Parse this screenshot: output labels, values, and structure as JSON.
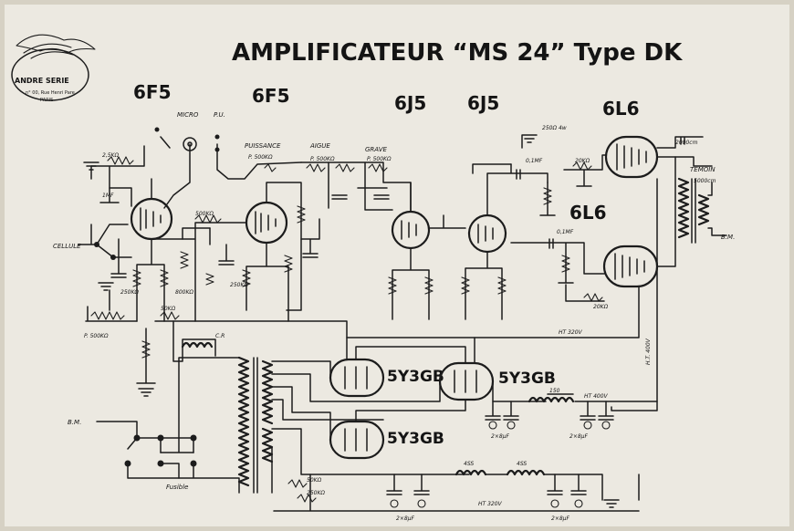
{
  "title": "AMPLIFICATEUR “MS 24” Type DK",
  "logo": {
    "text": "ANDRE SERIE",
    "addr": "n° 00, Rue Henri Pare",
    "city": "PARIS",
    "icon": "eagle-wings-emblem-icon"
  },
  "tubes": {
    "t1": "6F5",
    "t2": "6F5",
    "t3": "6J5",
    "t4": "6J5",
    "t5": "6L6",
    "t6": "6L6",
    "r1": "5Y3GB",
    "r2": "5Y3GB",
    "r3": "5Y3GB"
  },
  "inputs": {
    "micro": "MICRO",
    "pu": "P.U.",
    "cellule": "CELLULE",
    "bm_in": "B.M.",
    "bm_out": "B.M.",
    "fusible": "Fusible",
    "temoin": "TEMOIN"
  },
  "controls": {
    "puissance": "PUISSANCE",
    "aigue": "AIGUE",
    "grave": "GRAVE",
    "pot1": "P. 500KΩ",
    "pot2": "P. 500KΩ",
    "pot3": "P. 500KΩ",
    "pot_in": "P. 500KΩ"
  },
  "components": {
    "r_2_5m": "2,5KΩ",
    "c_1mf": "1MF",
    "r_500k": "500KΩ",
    "r_250k_a": "250KΩ",
    "r_800k": "800KΩ",
    "r_250k_b": "250KΩ",
    "r_50k_a": "50KΩ",
    "r_250_2w": "250Ω 4w",
    "c_01mf": "0,1MF",
    "r_20k": "20KΩ",
    "c_01mf_b": "0,1MF",
    "r_20k_b": "20KΩ",
    "c_2000": "2000cm",
    "c_5000": "5000cm",
    "r_ht": "HT 320V",
    "r_ht2": "HT 400V",
    "r_ht3": "HT 320V",
    "c_2x8_a": "2×8µF",
    "c_2x8_b": "2×8µF",
    "c_2x8_c": "2×8µF",
    "c_2x8_d": "2×8µF",
    "l_150": "150",
    "l_4ss": "4SS",
    "l_4ss_b": "4SS",
    "r_50k_b": "50KΩ",
    "r_250k_c": "250KΩ",
    "cr": "C.R",
    "ht_400": "H.T. 400V"
  }
}
